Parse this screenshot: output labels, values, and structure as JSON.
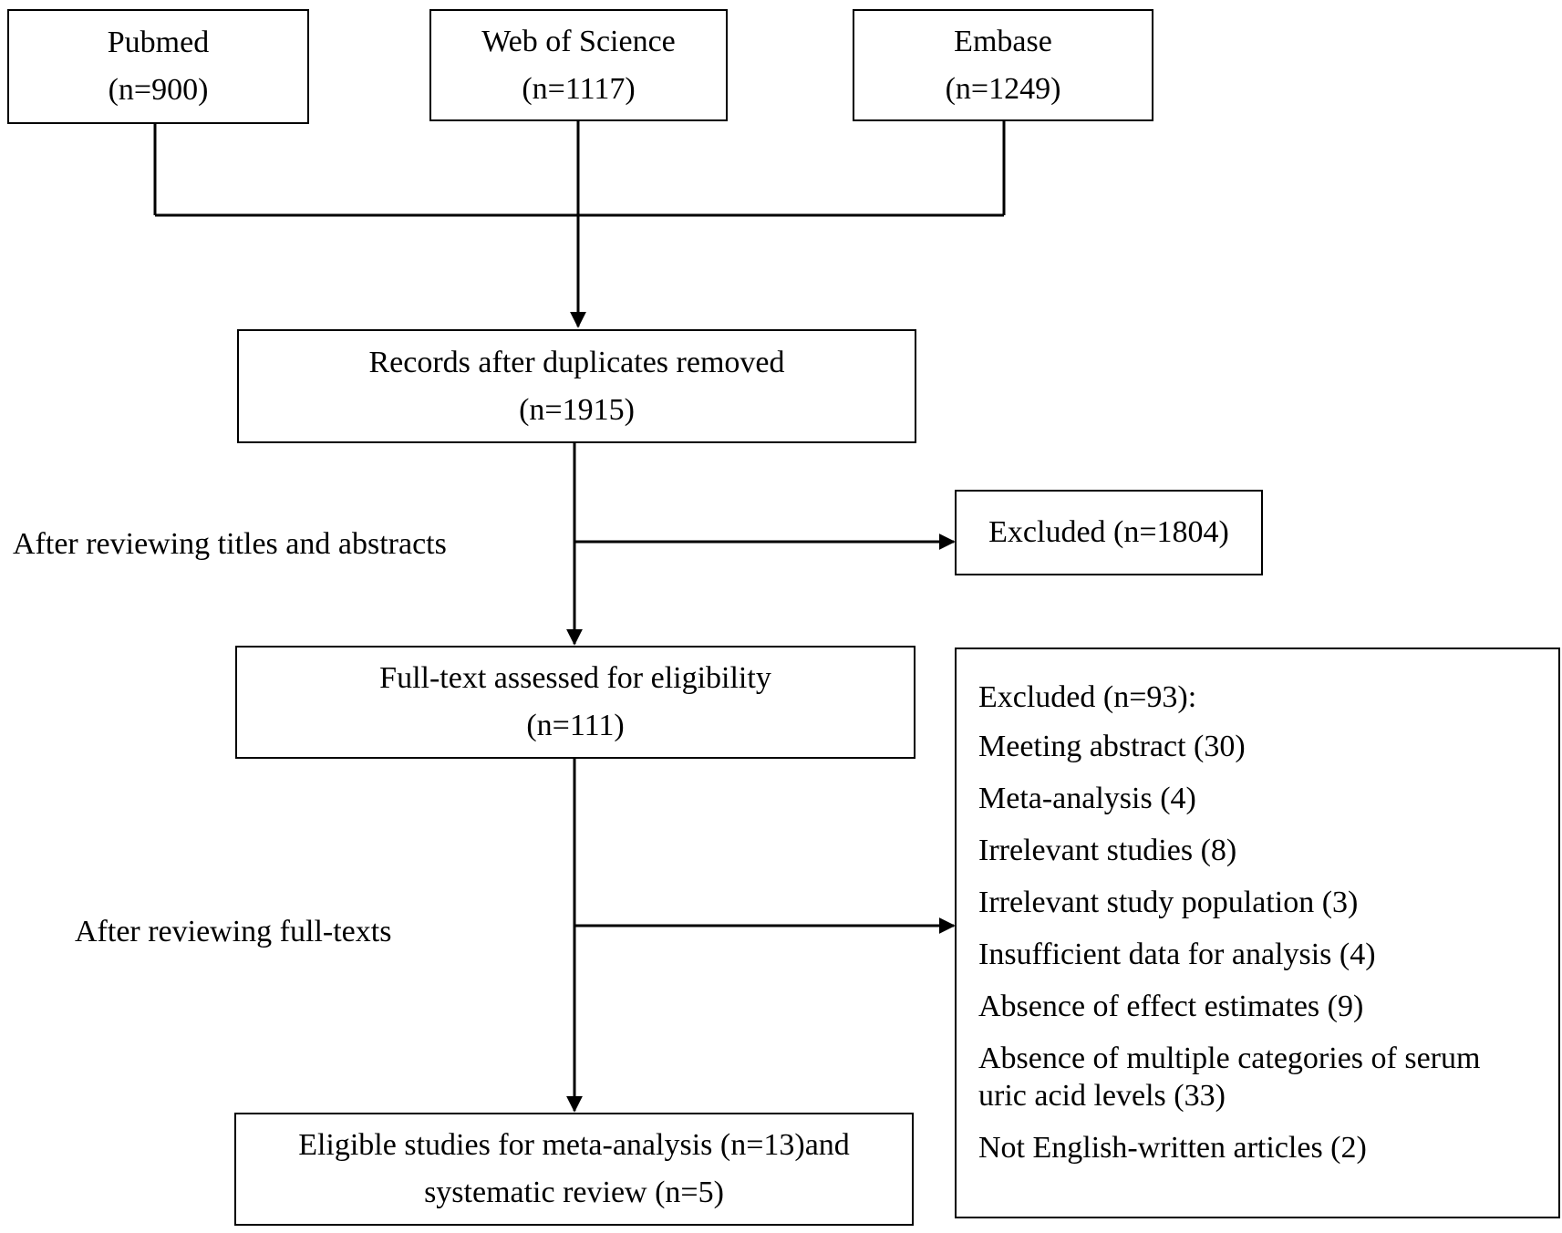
{
  "sources": [
    {
      "name": "Pubmed",
      "count": "(n=900)"
    },
    {
      "name": "Web of Science",
      "count": "(n=1117)"
    },
    {
      "name": "Embase",
      "count": "(n=1249)"
    }
  ],
  "dedup": {
    "text": "Records after duplicates removed",
    "count": "(n=1915)"
  },
  "screen_label": "After reviewing titles and abstracts",
  "excluded_1": "Excluded (n=1804)",
  "fulltext": {
    "text": "Full-text assessed for eligibility",
    "count": "(n=111)"
  },
  "fulltext_label": "After reviewing full-texts",
  "excluded_2": {
    "heading": "Excluded (n=93):",
    "items": [
      "Meeting abstract (30)",
      "Meta-analysis (4)",
      "Irrelevant studies (8)",
      "Irrelevant study population (3)",
      "Insufficient data for analysis (4)",
      "Absence of effect estimates (9)",
      "Absence of multiple categories of serum uric acid levels (33)",
      "Not English-written articles (2)"
    ]
  },
  "eligible": {
    "line1": "Eligible studies for meta-analysis (n=13)and",
    "line2": "systematic review (n=5)"
  }
}
